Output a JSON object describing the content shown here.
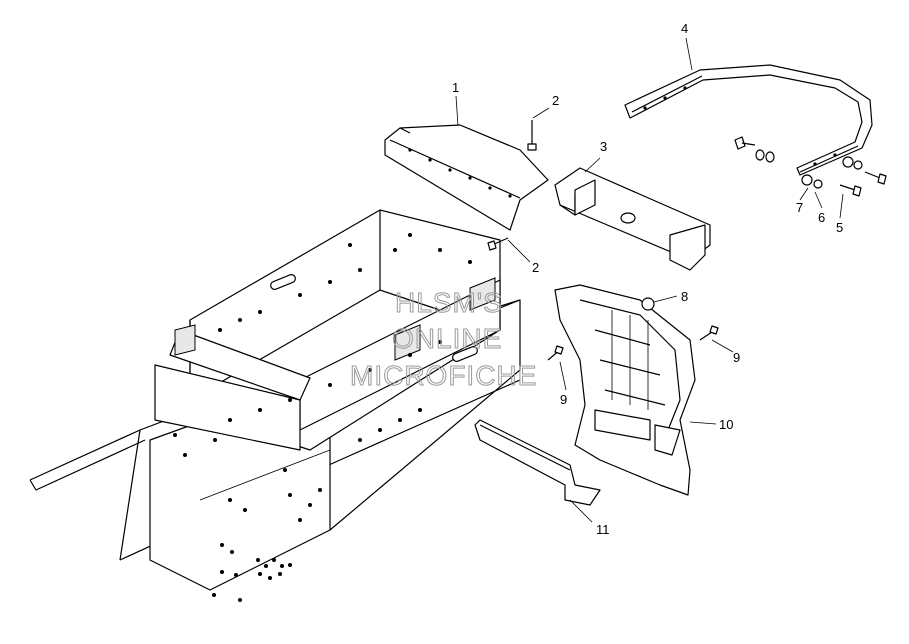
{
  "labels": {
    "part_1": "1",
    "part_2_top": "2",
    "part_2_bottom": "2",
    "part_3": "3",
    "part_4": "4",
    "part_5": "5",
    "part_6": "6",
    "part_7": "7",
    "part_8": "8",
    "part_9_left": "9",
    "part_9_right": "9",
    "part_10": "10",
    "part_11": "11"
  },
  "watermark": {
    "line1": "HLSM'S",
    "line2": "ONLINE",
    "line3": "MICROFICHE"
  }
}
